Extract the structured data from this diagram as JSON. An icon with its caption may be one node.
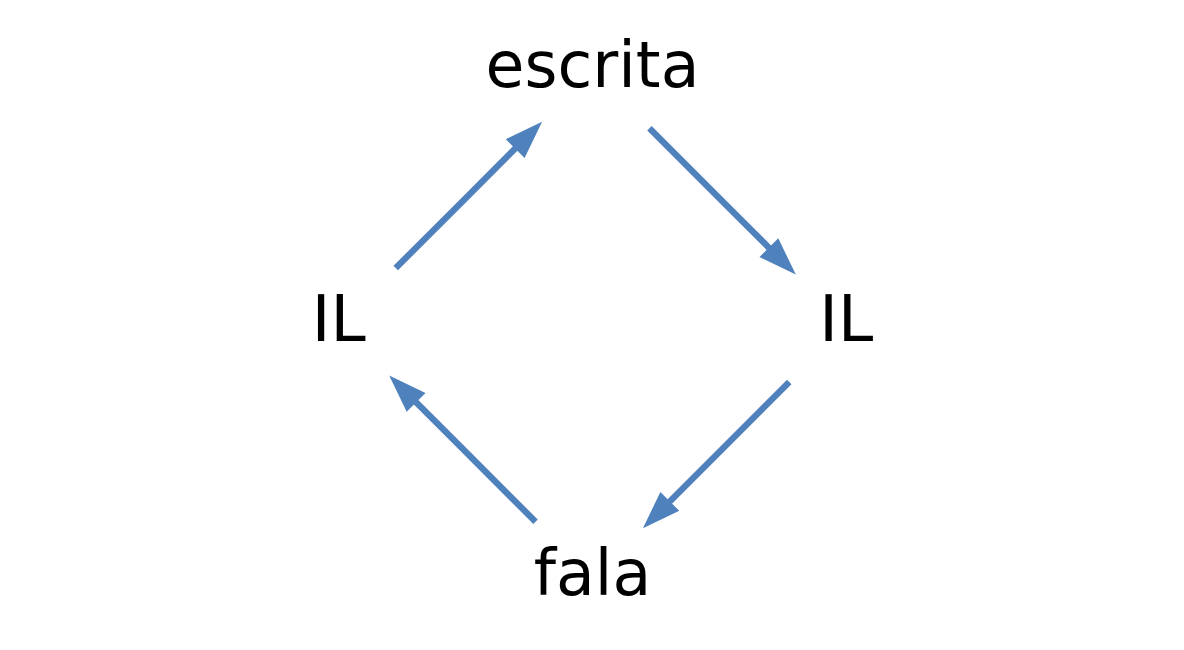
{
  "diagram": {
    "nodes": [
      {
        "text": [
          "fala"
        ]
      },
      {
        "text": [
          "IL"
        ]
      },
      {
        "text": [
          "escrita"
        ]
      },
      {
        "text": [
          "IL"
        ]
      }
    ],
    "edges": [
      {
        "from": 0,
        "to": 1,
        "arrow": "to"
      },
      {
        "from": 1,
        "to": 2,
        "arrow": "to"
      },
      {
        "from": 2,
        "to": 3,
        "arrow": "to"
      },
      {
        "from": 3,
        "to": 0,
        "arrow": "to"
      }
    ]
  }
}
